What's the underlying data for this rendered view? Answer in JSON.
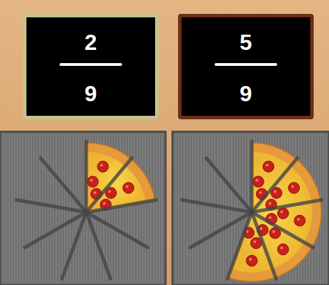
{
  "diagram": {
    "nodes": [
      {
        "text": [
          "2",
          "9"
        ]
      },
      {
        "text": [
          "5",
          "9"
        ]
      }
    ]
  }
}
